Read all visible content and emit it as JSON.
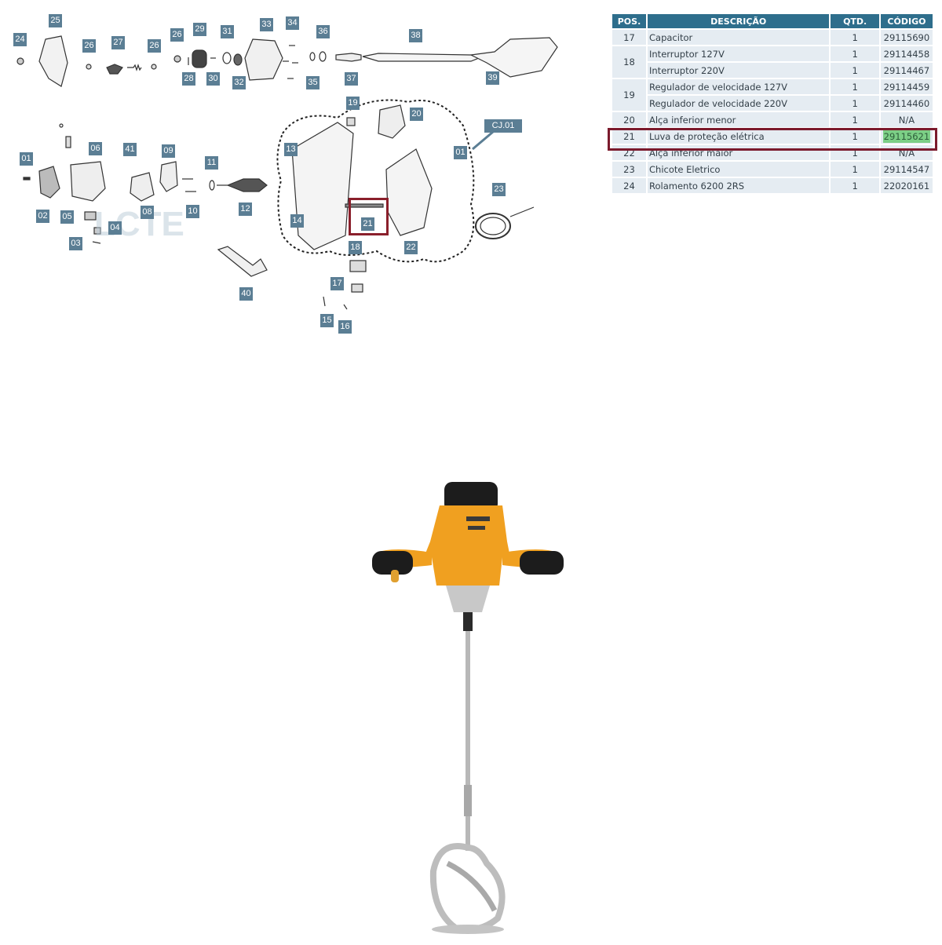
{
  "diagram": {
    "callouts": [
      "24",
      "25",
      "26",
      "27",
      "26",
      "26",
      "29",
      "28",
      "30",
      "31",
      "33",
      "34",
      "32",
      "36",
      "35",
      "37",
      "38",
      "39",
      "01",
      "02",
      "03",
      "04",
      "05",
      "06",
      "41",
      "08",
      "09",
      "10",
      "11",
      "12",
      "13",
      "14",
      "19",
      "20",
      "21",
      "22",
      "18",
      "17",
      "15",
      "16",
      "23",
      "40"
    ],
    "group_label": "CJ.01",
    "watermark": "LCTE",
    "highlighted_position": "21"
  },
  "parts_table": {
    "headers": {
      "pos": "POS.",
      "desc": "DESCRIÇÃO",
      "qty": "QTD.",
      "code": "CÓDIGO"
    },
    "rows": [
      {
        "pos": "17",
        "desc": "Capacitor",
        "qty": "1",
        "code": "29115690"
      },
      {
        "pos": "18",
        "desc": "Interruptor 127V",
        "qty": "1",
        "code": "29114458"
      },
      {
        "pos": "",
        "desc": "Interruptor 220V",
        "qty": "1",
        "code": "29114467"
      },
      {
        "pos": "19",
        "desc": "Regulador de velocidade 127V",
        "qty": "1",
        "code": "29114459"
      },
      {
        "pos": "",
        "desc": "Regulador de velocidade 220V",
        "qty": "1",
        "code": "29114460"
      },
      {
        "pos": "20",
        "desc": "Alça inferior menor",
        "qty": "1",
        "code": "N/A"
      },
      {
        "pos": "21",
        "desc": "Luva de proteção elétrica",
        "qty": "1",
        "code": "29115621"
      },
      {
        "pos": "22",
        "desc": "Alça inferior maior",
        "qty": "1",
        "code": "N/A"
      },
      {
        "pos": "23",
        "desc": "Chicote Eletrico",
        "qty": "1",
        "code": "29114547"
      },
      {
        "pos": "24",
        "desc": "Rolamento 6200 2RS",
        "qty": "1",
        "code": "22020161"
      }
    ],
    "highlight_color": "#7b1a2c",
    "code_highlight_color": "#7ccf86"
  },
  "product": {
    "name_icon": "mixer-drill-photo",
    "body_color": "#f0a020",
    "grip_color": "#1c1c1c"
  }
}
